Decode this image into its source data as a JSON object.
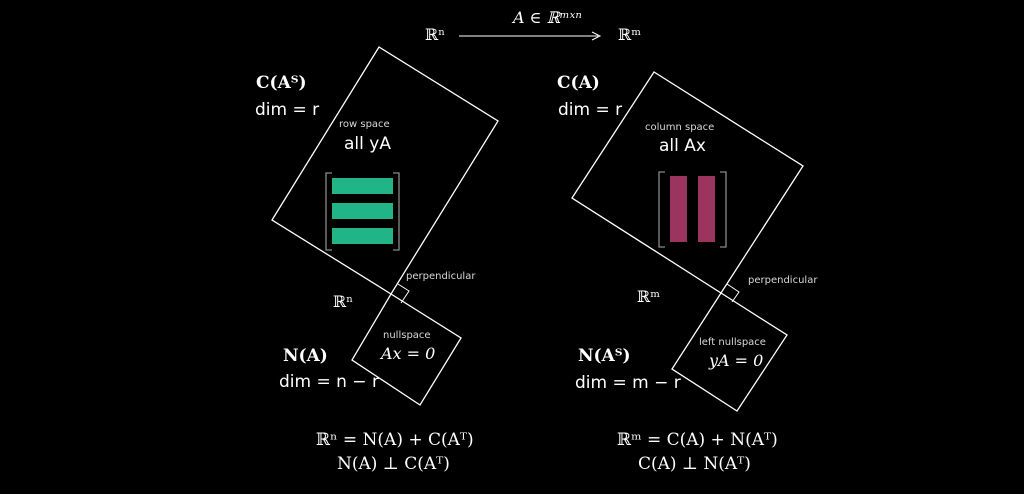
{
  "header": {
    "domain_label": "ℝⁿ",
    "codomain_label": "ℝᵐ",
    "matrix_label": "A ∈ ℝᵐˣⁿ"
  },
  "left": {
    "rowspace": {
      "symbol": "C(Aᵀ)",
      "dim": "dim = r",
      "caption": "row space",
      "expr": "all yA"
    },
    "space_label": "ℝⁿ",
    "perpendicular": "perpendicular",
    "nullspace": {
      "caption": "nullspace",
      "expr": "Ax = 0",
      "symbol": "N(A)",
      "dim": "dim = n − r"
    },
    "equations": [
      "ℝⁿ = N(A) + C(Aᵀ)",
      "N(A) ⊥ C(Aᵀ)"
    ]
  },
  "right": {
    "columnspace": {
      "symbol": "C(A)",
      "dim": "dim = r",
      "caption": "column space",
      "expr": "all Ax"
    },
    "space_label": "ℝᵐ",
    "perpendicular": "perpendicular",
    "left_nullspace": {
      "caption": "left nullspace",
      "expr": "yA = 0",
      "symbol": "N(Aᵀ)",
      "dim": "dim = m − r"
    },
    "equations": [
      "ℝᵐ = C(A) + N(Aᵀ)",
      "C(A) ⊥ N(Aᵀ)"
    ]
  },
  "colors": {
    "background": "#000000",
    "lines": "#ffffff",
    "row_bars": "#20b487",
    "column_bars": "#9c3460",
    "bracket": "#8a8a8a"
  }
}
